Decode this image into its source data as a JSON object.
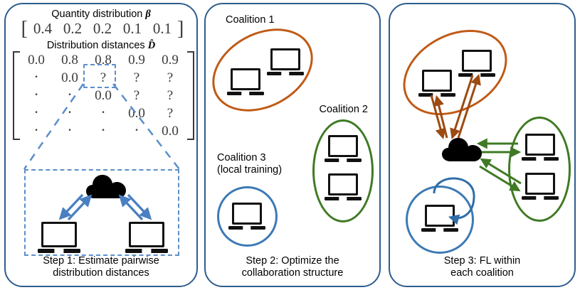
{
  "figure": {
    "colors": {
      "panel_border": "#2e5d8e",
      "dashed_blue": "#5b8fc9",
      "arrow_blue": "#4a7fc1",
      "coalition_1_orange": "#c05a16",
      "coalition_2_green": "#3f7a24",
      "coalition_3_blue": "#3c7ab5",
      "device_black": "#111111"
    }
  },
  "panel1": {
    "beta_title": "Quantity distribution",
    "beta_symbol": "β",
    "beta_values": [
      "0.4",
      "0.2",
      "0.2",
      "0.1",
      "0.1"
    ],
    "distance_title": "Distribution distances",
    "distance_symbol": "D̂",
    "matrix": [
      [
        "0.0",
        "0.8",
        "0.8",
        "0.9",
        "0.9"
      ],
      [
        "·",
        "0.0",
        "?",
        "?",
        "?"
      ],
      [
        "·",
        "·",
        "0.0",
        "?",
        "?"
      ],
      [
        "·",
        "·",
        "·",
        "0.0",
        "?"
      ],
      [
        "·",
        "·",
        "·",
        "·",
        "0.0"
      ]
    ],
    "highlighted_entry": "?",
    "highlighted_position": "row 2, column 3",
    "callout": {
      "cloud_label": "cloud-server",
      "device_count": 2,
      "arrow_style": "bidirectional"
    },
    "caption_line1": "Step 1: Estimate pairwise",
    "caption_line2": "distribution distances"
  },
  "panel2": {
    "coalition_1_label": "Coalition 1",
    "coalition_1_devices": 2,
    "coalition_2_label": "Coalition 2",
    "coalition_2_devices": 2,
    "coalition_3_label_line1": "Coalition 3",
    "coalition_3_label_line2": "(local training)",
    "coalition_3_devices": 1,
    "caption_line1": "Step 2: Optimize the",
    "caption_line2": "collaboration structure"
  },
  "panel3": {
    "cloud_label": "cloud-server",
    "coalition_1_devices": 2,
    "coalition_2_devices": 2,
    "coalition_3_devices": 1,
    "coalition_1_arrows": "bidirectional-orange",
    "coalition_2_arrows": "bidirectional-green",
    "coalition_3_arrows": "blue-self-loop",
    "caption_line1": "Step 3: FL within",
    "caption_line2": "each coalition"
  }
}
